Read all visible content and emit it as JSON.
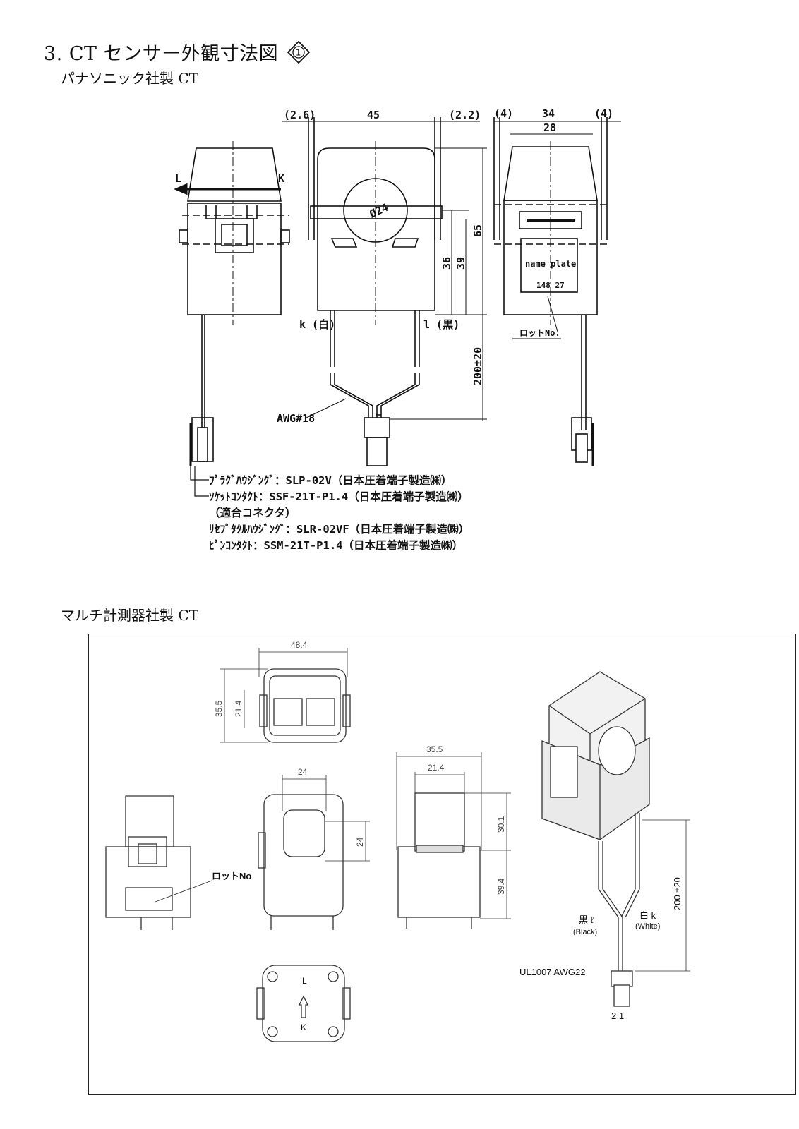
{
  "document": {
    "section_title": "3. CT センサー外観寸法図",
    "revision_marker": "1",
    "panasonic_heading": "パナソニック社製 CT",
    "multi_heading": "マルチ計測器社製 CT"
  },
  "panasonic_drawing": {
    "dims": {
      "d_left_gap": "(2.6)",
      "d_width": "45",
      "d_right_gap": "(2.2)",
      "d_side_l": "(4)",
      "d_side_w": "34",
      "d_side_inner": "28",
      "d_side_r": "(4)",
      "d_hole": "Ø24",
      "d_36": "36",
      "d_39": "39",
      "d_65": "65",
      "d_lead": "200±20"
    },
    "labels": {
      "arrow_l": "L",
      "arrow_k": "K",
      "lead_k": "k (白)",
      "lead_l": "l (黒)",
      "awg": "AWG#18",
      "nameplate_1": "name plate",
      "nameplate_2": "148 27",
      "lot": "ロットNo."
    },
    "notes": {
      "plug_housing": "ﾌﾟﾗｸﾞﾊｳｼﾞﾝｸﾞ：SLP-02V（日本圧着端子製造㈱）",
      "socket_contact": "ｿｹｯﾄｺﾝﾀｸﾄ：SSF-21T-P1.4（日本圧着端子製造㈱）",
      "mating_header": "（適合コネクタ）",
      "receptacle_housing": "ﾘｾﾌﾟﾀｸﾙﾊｳｼﾞﾝｸﾞ：SLR-02VF（日本圧着端子製造㈱）",
      "pin_contact": "ﾋﾟﾝｺﾝﾀｸﾄ：SSM-21T-P1.4（日本圧着端子製造㈱）"
    }
  },
  "multi_drawing": {
    "dims": {
      "top_width": "48.4",
      "top_height": "35.5",
      "top_inner": "21.4",
      "front_hole_w": "24",
      "front_hole_h": "24",
      "side_width": "35.5",
      "side_inner": "21.4",
      "side_upper": "30.1",
      "side_lower": "39.4",
      "lead_length": "200 ±20"
    },
    "labels": {
      "lot": "ロットNo",
      "black_wire": "黒 ℓ",
      "black_en": "(Black)",
      "white_wire": "白 k",
      "white_en": "(White)",
      "cable": "UL1007 AWG22",
      "pins": "2  1",
      "bottom_l": "L",
      "bottom_k": "K"
    }
  }
}
